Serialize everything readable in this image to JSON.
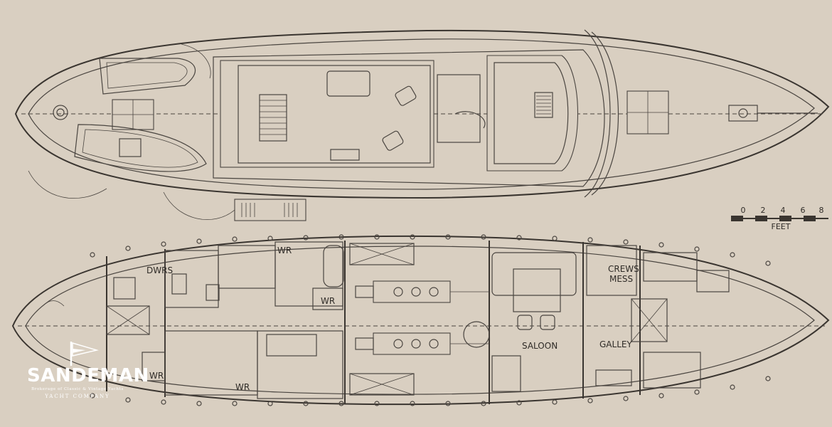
{
  "scale_bar": {
    "ticks": [
      "0",
      "2",
      "4",
      "6",
      "8"
    ],
    "unit": "FEET"
  },
  "upper_plan": {
    "name": "deck-plan"
  },
  "lower_plan": {
    "labels": {
      "dwrs": "DWRS",
      "wr_top": "WR",
      "wr_mid": "WR",
      "wr_bottom_left": "WR",
      "wr_bottom": "WR",
      "crews_mess_line1": "CREWS",
      "crews_mess_line2": "MESS",
      "saloon": "SALOON",
      "galley": "GALLEY"
    }
  },
  "logo": {
    "brand": "SANDEMAN",
    "tagline": "Brokerage of Classic & Vintage Yachts",
    "company": "YACHT COMPANY"
  },
  "colors": {
    "paper": "#d9cfc1",
    "ink": "#4a4540",
    "logo_text": "#ffffff"
  }
}
